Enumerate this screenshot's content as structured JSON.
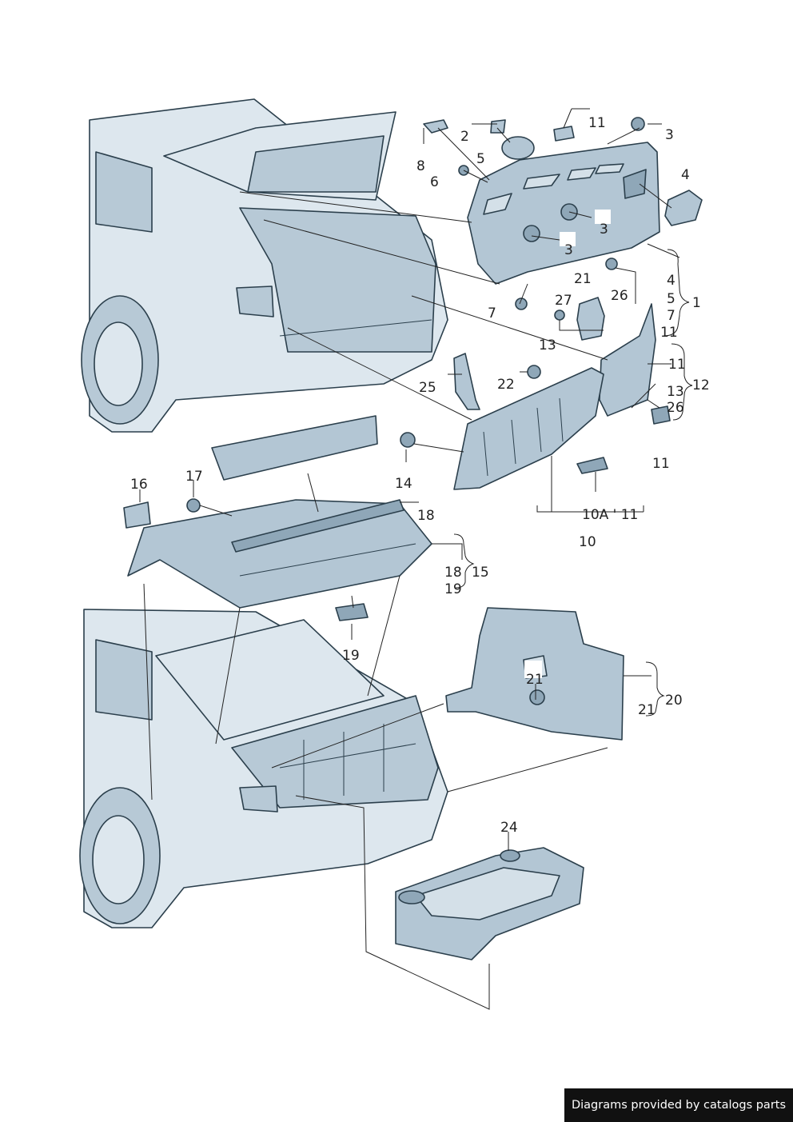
{
  "footer": {
    "text": "Diagrams provided by catalogs parts"
  },
  "callouts": [
    {
      "text": "2"
    },
    {
      "text": "11"
    },
    {
      "text": "3"
    },
    {
      "text": "5"
    },
    {
      "text": "8"
    },
    {
      "text": "6"
    },
    {
      "text": "4"
    },
    {
      "text": "3"
    },
    {
      "text": "3"
    },
    {
      "text": "21"
    },
    {
      "text": "4"
    },
    {
      "text": "5"
    },
    {
      "text": "7"
    },
    {
      "text": "11"
    },
    {
      "text": "1"
    },
    {
      "text": "27"
    },
    {
      "text": "26"
    },
    {
      "text": "7"
    },
    {
      "text": "13"
    },
    {
      "text": "11"
    },
    {
      "text": "12"
    },
    {
      "text": "13"
    },
    {
      "text": "26"
    },
    {
      "text": "25"
    },
    {
      "text": "22"
    },
    {
      "text": "11"
    },
    {
      "text": "14"
    },
    {
      "text": "16"
    },
    {
      "text": "17"
    },
    {
      "text": "18"
    },
    {
      "text": "10A ' 11"
    },
    {
      "text": "10"
    },
    {
      "text": "18"
    },
    {
      "text": "15"
    },
    {
      "text": "19"
    },
    {
      "text": "19"
    },
    {
      "text": "21"
    },
    {
      "text": "21"
    },
    {
      "text": "20"
    },
    {
      "text": "24"
    }
  ]
}
